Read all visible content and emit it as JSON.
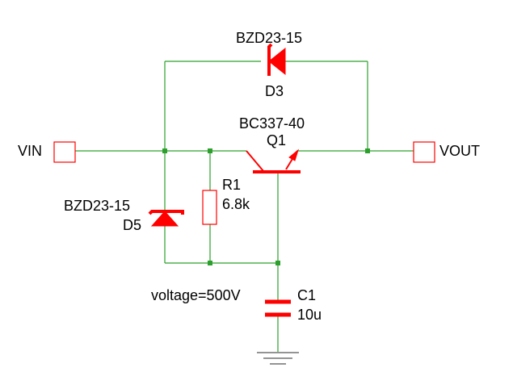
{
  "ports": {
    "vin": "VIN",
    "vout": "VOUT"
  },
  "components": {
    "d3": {
      "model": "BZD23-15",
      "ref": "D3"
    },
    "q1": {
      "model": "BC337-40",
      "ref": "Q1"
    },
    "r1": {
      "ref": "R1",
      "value": "6.8k"
    },
    "d5": {
      "model": "BZD23-15",
      "ref": "D5"
    },
    "c1": {
      "ref": "C1",
      "value": "10u",
      "param": "voltage=500V"
    }
  },
  "colors": {
    "wire": "#2ca02c",
    "component": "#ff0000",
    "text": "#000000",
    "ground": "#555555"
  }
}
